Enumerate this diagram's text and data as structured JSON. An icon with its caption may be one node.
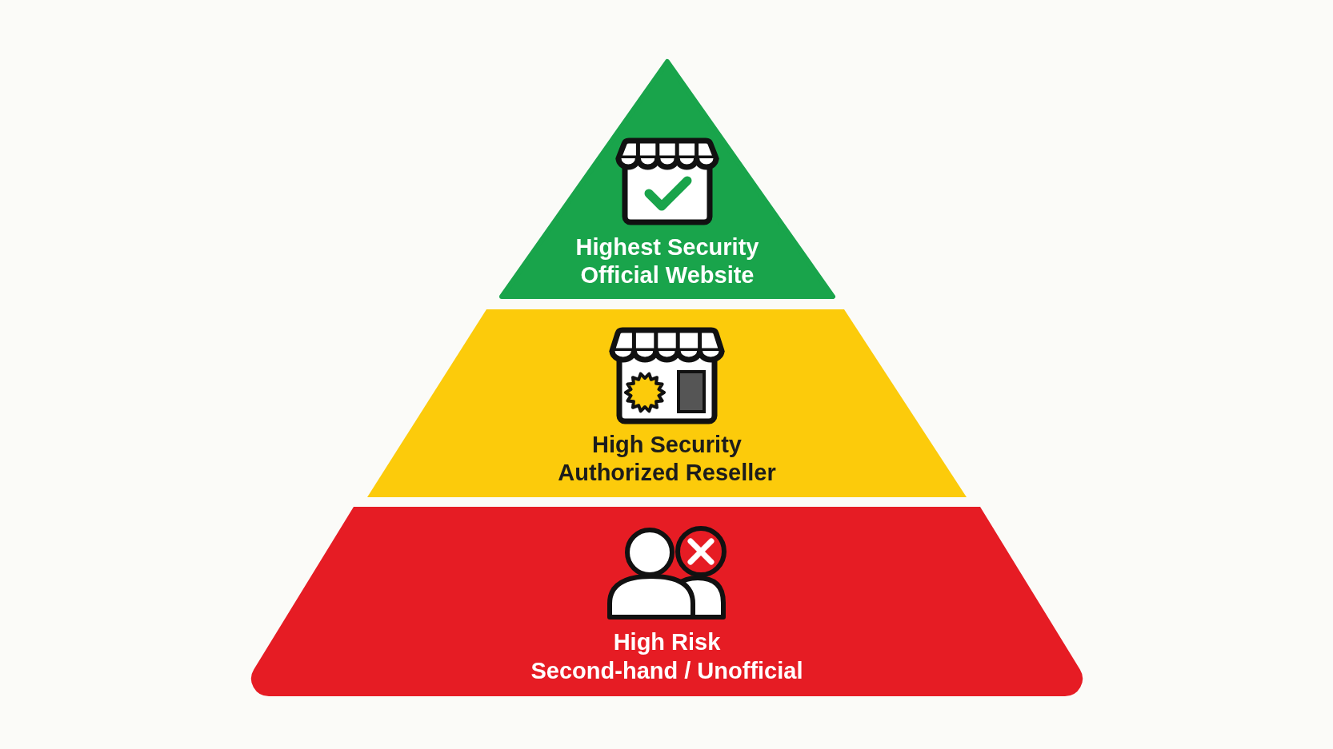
{
  "diagram": {
    "nodes": [
      {
        "text": [
          "Highest Security",
          "Official Website"
        ]
      },
      {
        "text": [
          "High Security",
          "Authorized Reseller"
        ]
      },
      {
        "text": [
          "High Risk",
          "Second-hand / Unofficial"
        ]
      }
    ]
  }
}
